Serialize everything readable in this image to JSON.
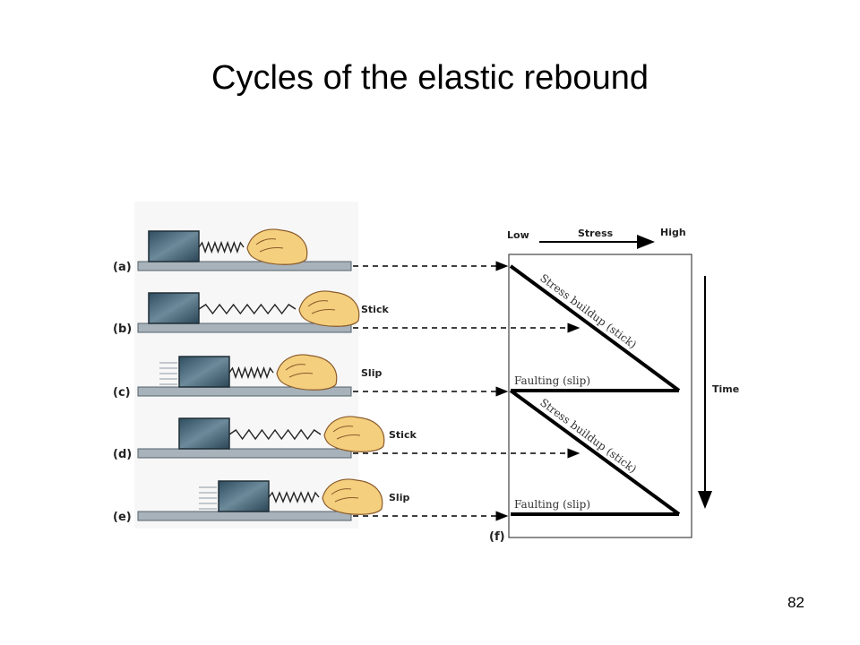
{
  "slide": {
    "title": "Cycles of the elastic rebound",
    "page_number": "82"
  },
  "figure": {
    "rows": [
      {
        "label": "(a)",
        "state": ""
      },
      {
        "label": "(b)",
        "state": "Stick"
      },
      {
        "label": "(c)",
        "state": "Slip"
      },
      {
        "label": "(d)",
        "state": "Stick"
      },
      {
        "label": "(e)",
        "state": "Slip"
      }
    ],
    "final_label": "(f)",
    "stress_axis": {
      "low": "Low",
      "title": "Stress",
      "high": "High"
    },
    "time_axis": {
      "title": "Time"
    },
    "phases": {
      "buildup": "Stress buildup (stick)",
      "faulting": "Faulting (slip)"
    },
    "colors": {
      "block": "#4f6f80",
      "ground": "#a7b2ba",
      "hand": "#f4cf7e",
      "line": "#000000"
    }
  }
}
